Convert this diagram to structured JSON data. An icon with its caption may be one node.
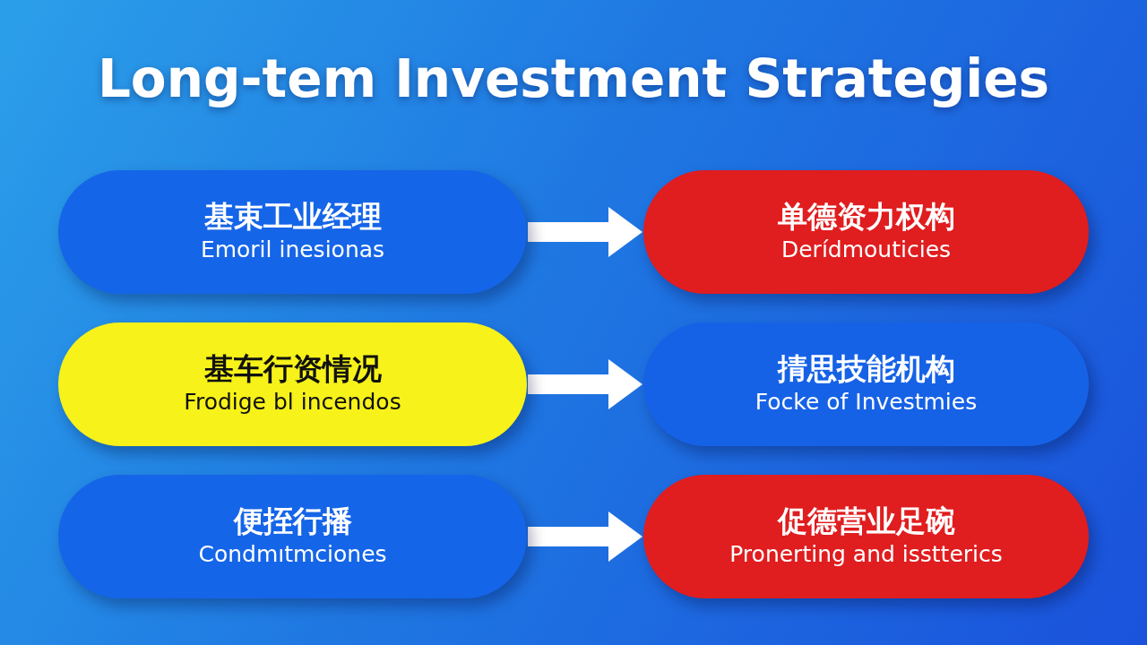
{
  "diagram": {
    "title": "Long-tem Investment Strategies",
    "nodes": [
      {
        "text": [
          "基束工业经理",
          "Emoril inesionas"
        ]
      },
      {
        "text": [
          "单德资力权构",
          "Derídmouticies"
        ]
      },
      {
        "text": [
          "基车行资情况",
          "Frodige bl incendos"
        ]
      },
      {
        "text": [
          "掅思技能机构",
          "Focke of Investmies"
        ]
      },
      {
        "text": [
          "便挃行播",
          "Condmıtmciones"
        ]
      },
      {
        "text": [
          "促德营业足碗",
          "Pronerting and isstterics"
        ]
      }
    ],
    "edges": [
      {
        "from": 0,
        "to": 1,
        "arrow": "to"
      },
      {
        "from": 2,
        "to": 3,
        "arrow": "to"
      },
      {
        "from": 4,
        "to": 5,
        "arrow": "to"
      }
    ]
  }
}
